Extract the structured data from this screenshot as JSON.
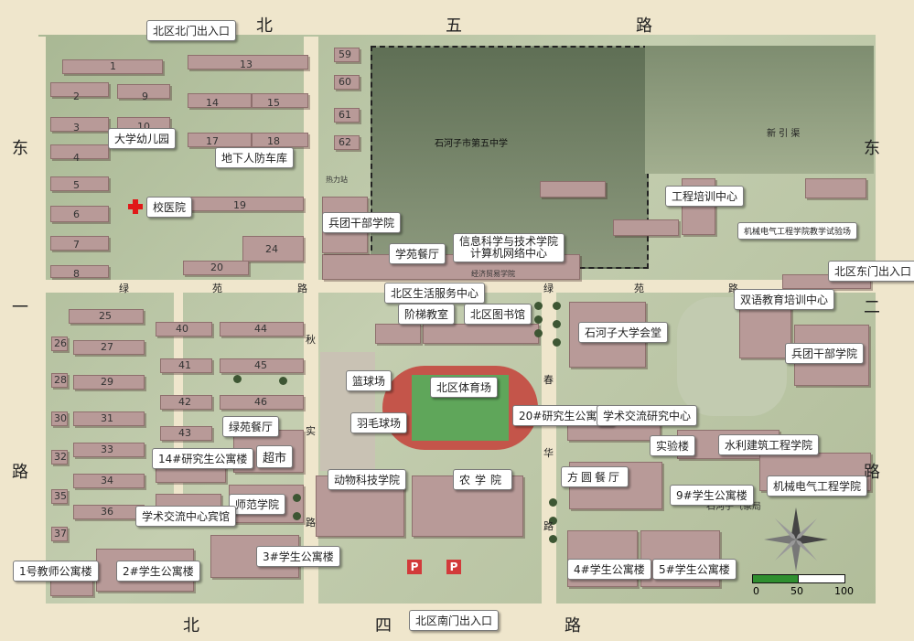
{
  "roads": {
    "north_chars": [
      "北",
      "五",
      "路"
    ],
    "south_chars": [
      "北",
      "四",
      "路"
    ],
    "east_chars": [
      "东",
      "二",
      "路"
    ],
    "west_chars": [
      "东",
      "一",
      "路"
    ],
    "inner_lvyuan": [
      "绿",
      "苑",
      "路"
    ],
    "inner_qiushi": [
      "秋",
      "实",
      "路"
    ],
    "inner_chunhua": [
      "春",
      "华",
      "路"
    ],
    "canal": "新 引 渠"
  },
  "labels": {
    "north_gate": "北区北门出入口",
    "south_gate": "北区南门出入口",
    "east_gate": "北区东门出入口",
    "kindergarten": "大学幼儿园",
    "air_defense": "地下人防车库",
    "hospital": "校医院",
    "cadre_school_1": "兵团干部学院",
    "xueyuan_canteen": "学苑餐厅",
    "info_science": "信息科学与技术学院",
    "network_center": "计算机网络中心",
    "life_service": "北区生活服务中心",
    "lecture_hall": "阶梯教室",
    "library": "北区图书馆",
    "basketball": "篮球场",
    "badminton": "羽毛球场",
    "stadium": "北区体育场",
    "lvyuan_canteen": "绿苑餐厅",
    "supermarket": "超市",
    "grad_apt_14": "14#研究生公寓楼",
    "grad_apt_20": "20#研究生公寓楼",
    "academic_research": "学术交流研究中心",
    "animal_science": "动物科技学院",
    "agriculture": "农学院",
    "normal_college": "师范学院",
    "academic_hotel": "学术交流中心宾馆",
    "teacher_apt_1": "1号教师公寓楼",
    "student_apt_2": "2#学生公寓楼",
    "student_apt_3": "3#学生公寓楼",
    "student_apt_4": "4#学生公寓楼",
    "student_apt_5": "5#学生公寓楼",
    "student_apt_9": "9#学生公寓楼",
    "fangyuan_canteen": "方圆餐厅",
    "lab_building": "实验楼",
    "hydraulic": "水利建筑工程学院",
    "mech_elec": "机械电气工程学院",
    "mech_elec_test": "机械电气工程学院教学试验场",
    "engineering_training": "工程培训中心",
    "bilingual": "双语教育培训中心",
    "cadre_school_2": "兵团干部学院",
    "auditorium": "石河子大学会堂",
    "fifth_school": "石河子市第五中学",
    "weather": "石河子气象局",
    "heating": "热力站",
    "econ_trade": "经济贸易学院"
  },
  "buildings": [
    "1",
    "2",
    "3",
    "4",
    "5",
    "6",
    "7",
    "8",
    "9",
    "10",
    "13",
    "14",
    "15",
    "17",
    "18",
    "19",
    "20",
    "24",
    "25",
    "26",
    "27",
    "28",
    "29",
    "30",
    "31",
    "32",
    "33",
    "34",
    "35",
    "36",
    "37",
    "40",
    "41",
    "42",
    "43",
    "44",
    "45",
    "46",
    "59",
    "60",
    "61",
    "62"
  ],
  "scale": {
    "zero": "0",
    "mid": "50",
    "max": "100"
  },
  "parking": "P",
  "colors": {
    "building": "#b89a98",
    "green": "#a9b894",
    "road": "#efe6cc",
    "track": "#c4554a",
    "field": "#5fa65a"
  }
}
